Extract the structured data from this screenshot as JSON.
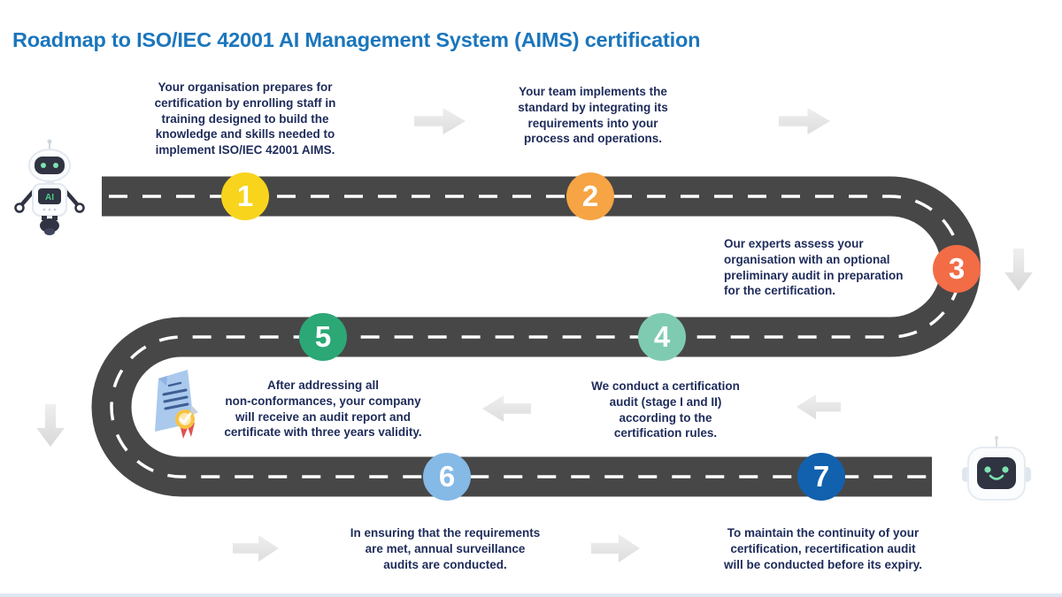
{
  "title": "Roadmap to ISO/IEC 42001 AI Management System (AIMS) certification",
  "colors": {
    "title": "#1b76bc",
    "body_text": "#1e2b5a",
    "road": "#474747",
    "road_dash": "#ffffff",
    "arrow": "#e4e4e4"
  },
  "steps": [
    {
      "number": "1",
      "color": "#f8d41c",
      "text": "Your organisation prepares for\ncertification by enrolling staff in\ntraining designed to build the\nknowledge and skills needed to\nimplement ISO/IEC 42001 AIMS."
    },
    {
      "number": "2",
      "color": "#f6a444",
      "text": "Your team implements the\nstandard by integrating its\nrequirements into your\nprocess and operations."
    },
    {
      "number": "3",
      "color": "#f26c45",
      "text": "Our experts assess your\norganisation with an optional\npreliminary audit in preparation\nfor the certification."
    },
    {
      "number": "4",
      "color": "#7fcbb1",
      "text": "We conduct a certification\naudit (stage I and II)\naccording to the\ncertification rules."
    },
    {
      "number": "5",
      "color": "#2ba876",
      "text": "After addressing all\nnon-conformances, your company\nwill receive an audit report and\ncertificate with three years validity."
    },
    {
      "number": "6",
      "color": "#85b9e6",
      "text": "In ensuring that the requirements\nare met, annual surveillance\naudits are conducted."
    },
    {
      "number": "7",
      "color": "#1261ae",
      "text": "To maintain the continuity of your\ncertification, recertification audit\nwill be conducted before its expiry."
    }
  ],
  "robot": {
    "ai_label": "AI"
  }
}
